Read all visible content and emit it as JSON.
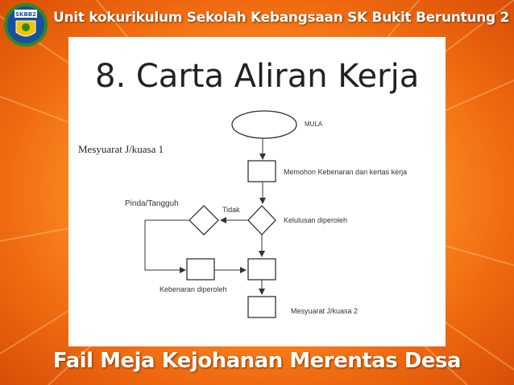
{
  "header": {
    "title": "Unit kokurikulum Sekolah Kebangsaan SK Bukit Beruntung 2",
    "logo_text": "SKBB2"
  },
  "slide": {
    "title": "8. Carta Aliran Kerja"
  },
  "flowchart": {
    "start_label": "MULA",
    "meeting1": "Mesyuarat J/kuasa 1",
    "request": "Memohon  Kebenaran dan kertas kerja",
    "approval": "Kelulusan diperoleh",
    "no_label": "Tidak",
    "amend": "Pinda/Tangguh",
    "permission": "Kebenaran diperoleh",
    "meeting2": "Mesyuarat J/kuasa 2"
  },
  "footer": {
    "title": "Fail Meja Kejohanan Merentas Desa"
  },
  "colors": {
    "accent": "#f07a18",
    "panel": "#ffffff",
    "title_text": "#ffffff"
  }
}
